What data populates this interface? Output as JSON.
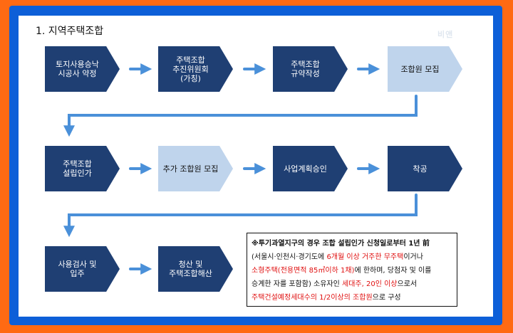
{
  "title": "1. 지역주택조합",
  "watermark": "비앤",
  "steps": [
    {
      "label": "토지사용승낙\n시공사 약정",
      "style": "dark"
    },
    {
      "label": "주택조합\n추진위원회\n(가칭)",
      "style": "dark"
    },
    {
      "label": "주택조합\n규약작성",
      "style": "dark"
    },
    {
      "label": "조합원 모집",
      "style": "light"
    },
    {
      "label": "주택조합\n설립인가",
      "style": "dark"
    },
    {
      "label": "추가 조합원 모집",
      "style": "light"
    },
    {
      "label": "사업계획승인",
      "style": "dark"
    },
    {
      "label": "착공",
      "style": "dark"
    },
    {
      "label": "사용검사 및\n입주",
      "style": "dark"
    },
    {
      "label": "청산 및\n주택조합해산",
      "style": "dark"
    }
  ],
  "note": {
    "line1": "※투기과열지구의 경우 조합 설립인가 신청일로부터 1년 前",
    "line2a": "(서울시·인천시·경기도에 ",
    "line2b": "6개월 이상 거주한 무주택",
    "line2c": "이거나",
    "line3a": "소형주택(전용면적 85㎡이하 1채)",
    "line3b": "에 한하며, 당첨자 및 이를",
    "line4a": "승계한 자를 포함함) 소유자인 ",
    "line4b": "세대주, 20인 이상",
    "line4c": "으로서",
    "line5a": "주택건설예정세대수의 1/2이상의 조합원",
    "line5b": "으로 구성"
  },
  "colors": {
    "dark_step": "#1f3f73",
    "light_step": "#bfd4ec",
    "arrow": "#4a90d9",
    "frame": "#ff6a13",
    "border": "#0d5fd8",
    "highlight": "#e01010"
  }
}
